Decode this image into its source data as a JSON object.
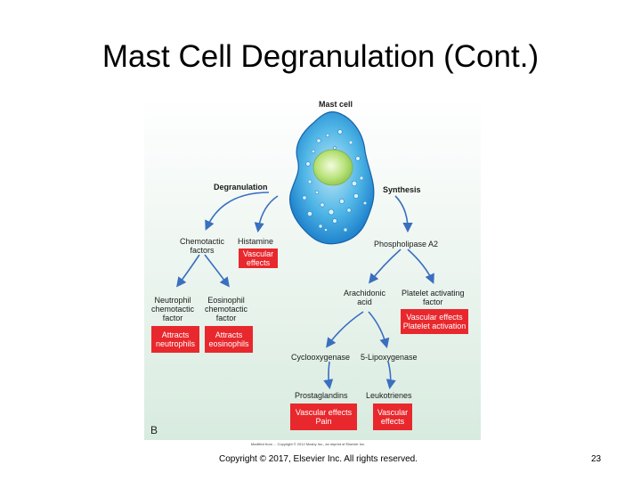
{
  "slide": {
    "title": "Mast Cell Degranulation (Cont.)",
    "copyright": "Copyright © 2017, Elsevier Inc. All rights reserved.",
    "page_number": "23"
  },
  "figure": {
    "letter": "B",
    "credit": "Modified from ... Copyright © 2012 Mosby Inc., an imprint of Elsevier Inc.",
    "nodes": {
      "mast_cell": "Mast cell",
      "degranulation": "Degranulation",
      "synthesis": "Synthesis",
      "chemotactic_factors": "Chemotactic\nfactors",
      "histamine": "Histamine",
      "phospholipase": "Phospholipase A2",
      "neutrophil_factor": "Neutrophil\nchemotactic\nfactor",
      "eosinophil_factor": "Eosinophil\nchemotactic\nfactor",
      "arachidonic_acid": "Arachidonic\nacid",
      "platelet_activating_factor": "Platelet activating\nfactor",
      "cyclooxygenase": "Cyclooxygenase",
      "lipoxygenase": "5-Lipoxygenase",
      "prostaglandins": "Prostaglandins",
      "leukotrienes": "Leukotrienes"
    },
    "effects": {
      "histamine_effect": "Vascular\neffects",
      "neutrophil_effect": "Attracts\nneutrophils",
      "eosinophil_effect": "Attracts\neosinophils",
      "paf_effect": "Vascular effects\nPlatelet activation",
      "prostaglandin_effect": "Vascular effects\nPain",
      "leukotriene_effect": "Vascular\neffects"
    },
    "colors": {
      "effect_box": "#e8282d",
      "arrow": "#3a6fc0",
      "cell_body": "#1d8fd6",
      "nucleus": "#b9e37a"
    }
  }
}
